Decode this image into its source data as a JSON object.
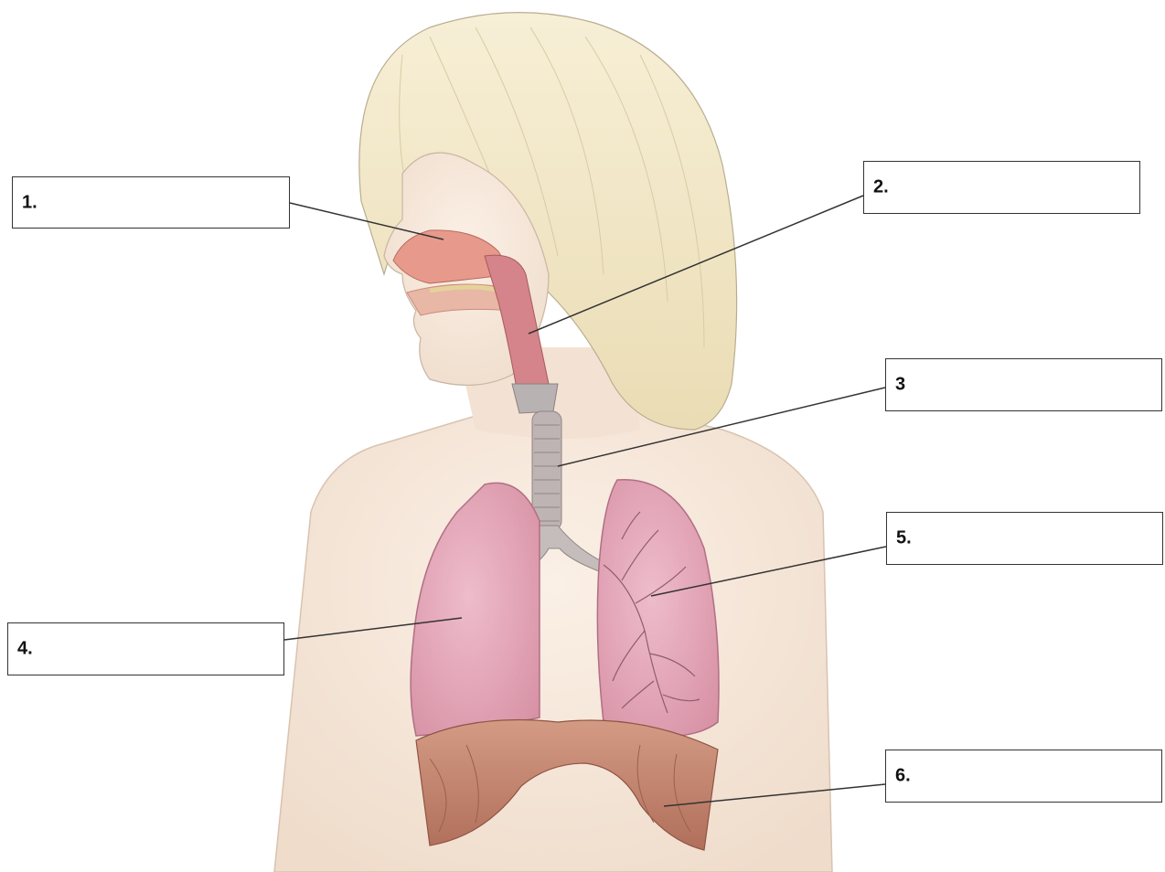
{
  "labels": [
    {
      "id": "1",
      "text": "1."
    },
    {
      "id": "2",
      "text": "2."
    },
    {
      "id": "3",
      "text": "3"
    },
    {
      "id": "4",
      "text": "4."
    },
    {
      "id": "5",
      "text": "5."
    },
    {
      "id": "6",
      "text": "6."
    }
  ],
  "colors": {
    "hair": "#f3e9c8",
    "skin": "#f6e7da",
    "lung": "#e3a7b6",
    "airway": "#d4848a",
    "trachea": "#b9aeae",
    "diaphragm": "#c88a73",
    "leader_line": "#333333"
  }
}
